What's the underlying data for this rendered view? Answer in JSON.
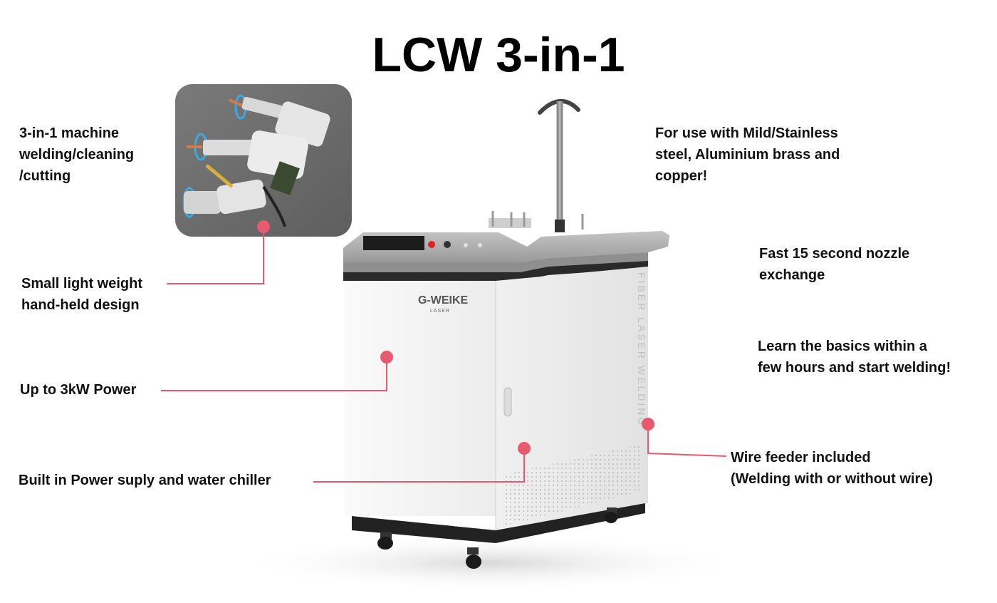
{
  "title": "LCW 3-in-1",
  "brand": {
    "name": "G-WEIKE",
    "sub": "LASER"
  },
  "side_text": "FIBER LASER WELDING",
  "callouts": {
    "three_in_one": [
      "3-in-1 machine",
      "welding/cleaning",
      "/cutting"
    ],
    "lightweight": [
      "Small light weight",
      "hand-held design"
    ],
    "power": [
      "Up to 3kW Power"
    ],
    "chiller": [
      "Built in Power suply and water chiller"
    ],
    "materials": [
      "For use with Mild/Stainless",
      "steel, Aluminium brass and",
      "copper!"
    ],
    "nozzle": [
      "Fast 15 second nozzle",
      "exchange"
    ],
    "basics": [
      "Learn the basics within a",
      "few hours and start welding!"
    ],
    "wire": [
      "Wire feeder included",
      "(Welding with or without wire)"
    ]
  },
  "colors": {
    "accent": "#e85a70",
    "cabinet": "#f4f4f4",
    "top_panel": "#a9a9a9",
    "dark_trim": "#2a2a2a",
    "inset_bg": "#6e6e6e"
  }
}
